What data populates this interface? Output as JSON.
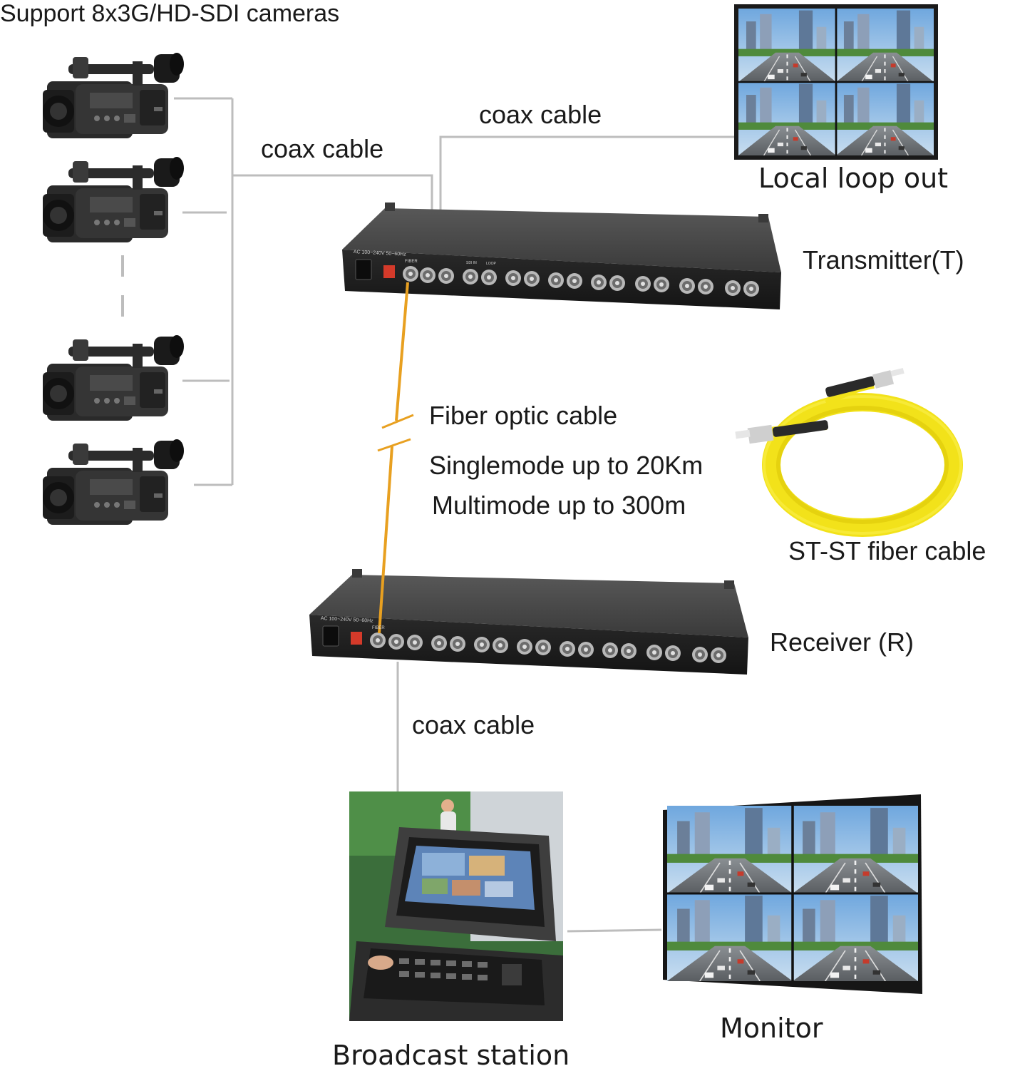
{
  "labels": {
    "cameras_heading": "Support 8x3G/HD-SDI cameras",
    "coax_top": "coax cable",
    "coax_mid": "coax cable",
    "coax_bottom": "coax cable",
    "local_loop": "Local loop out",
    "transmitter": "Transmitter(T)",
    "receiver": "Receiver (R)",
    "fiber": "Fiber optic cable",
    "singlemode": "Singlemode up to 20Km",
    "multimode": "Multimode up to 300m",
    "st_cable": "ST-ST fiber cable",
    "monitor": "Monitor",
    "broadcast": "Broadcast station"
  },
  "device": {
    "power_text": "AC 100~240V 50~60Hz",
    "fiber_port": "FIBER",
    "port_labels": [
      "SDI IN",
      "LOOP"
    ]
  },
  "colors": {
    "fiber": "#e8a020",
    "coax": "#bdbdbd",
    "device": "#2b2b2b",
    "yellow_cable": "#f2e21a",
    "power_switch": "#d43a2a"
  },
  "icons": {
    "camera": "camcorder-icon",
    "screen": "video-wall-icon",
    "fiber_reel": "fiber-coil-icon"
  }
}
